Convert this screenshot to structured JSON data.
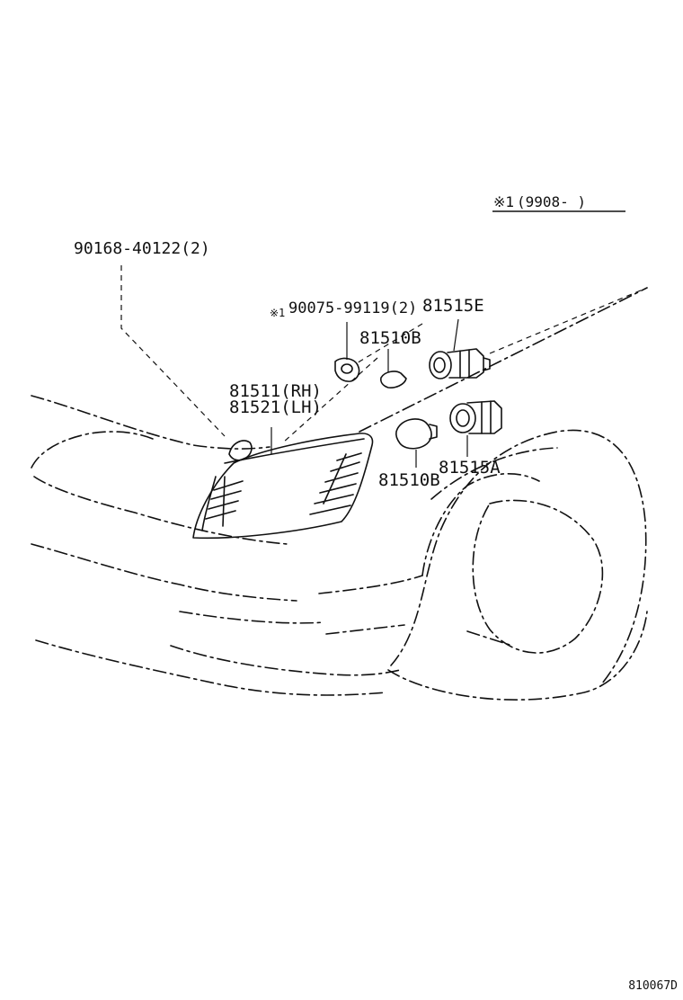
{
  "diagram": {
    "drawing_number": "810067D",
    "note": {
      "mark": "※1",
      "text": "(9908-        )"
    },
    "parts": [
      {
        "id": "screw",
        "label": "90168-40122(2)"
      },
      {
        "id": "socket-cover",
        "mark": "※1",
        "label": "90075-99119(2)"
      },
      {
        "id": "socket-e",
        "label": "81515E"
      },
      {
        "id": "bulb-small",
        "label": "81510B"
      },
      {
        "id": "lamp-rh",
        "label": "81511(RH)"
      },
      {
        "id": "lamp-lh",
        "label": "81521(LH)"
      },
      {
        "id": "bulb-large",
        "label": "81510B"
      },
      {
        "id": "socket-a",
        "label": "81515A"
      }
    ]
  }
}
